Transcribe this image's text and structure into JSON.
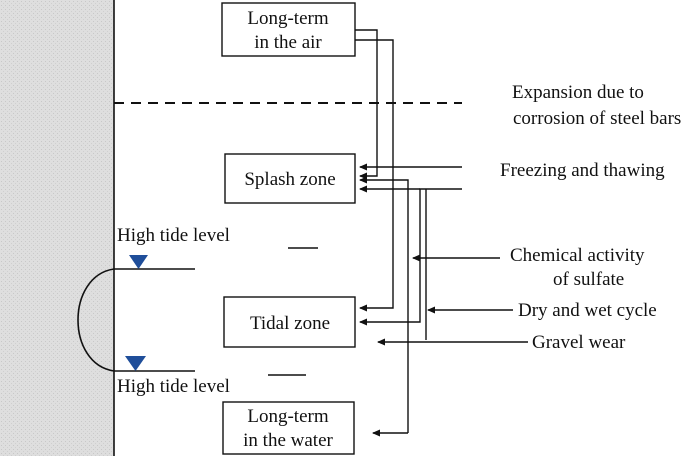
{
  "zones": {
    "air": [
      "Long-term",
      "in the air"
    ],
    "splash": "Splash zone",
    "tidal": "Tidal zone",
    "water": [
      "Long-term",
      "in the water"
    ]
  },
  "tide_labels": {
    "upper": "High tide level",
    "lower": "High tide level"
  },
  "factors": {
    "expansion": [
      "Expansion due to",
      "corrosion of steel bars"
    ],
    "freezing": "Freezing and thawing",
    "sulfate": [
      "Chemical activity",
      "of sulfate"
    ],
    "dry_wet": "Dry and wet cycle",
    "gravel": "Gravel wear"
  },
  "colors": {
    "structure_fill": "#dcdcdc",
    "line": "#111111",
    "tide_marker": "#1f4e9a"
  }
}
